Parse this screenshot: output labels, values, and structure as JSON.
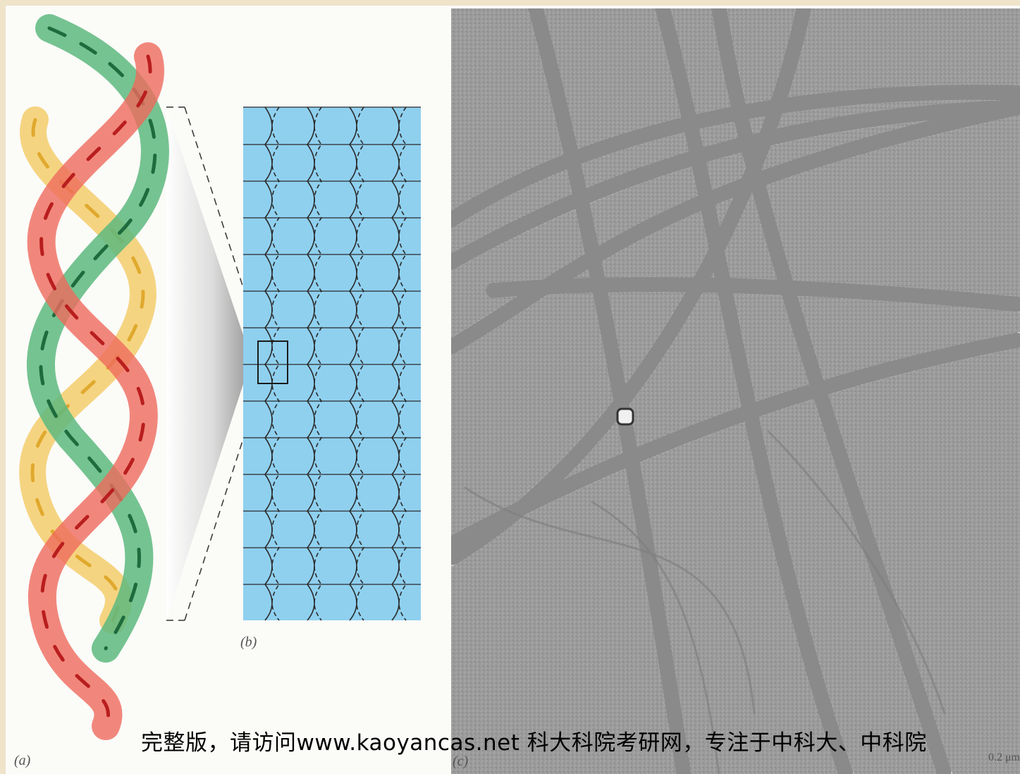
{
  "panels": {
    "a": {
      "label": "(a)"
    },
    "b": {
      "label": "(b)"
    },
    "c": {
      "label": "(c)",
      "scale_bar": "0.2 μm"
    }
  },
  "watermark": "完整版，请访问www.kaoyancas.net 科大科院考研网，专注于中科大、中科院",
  "colors": {
    "strand_green": "#5db87f",
    "strand_red": "#ef6a5c",
    "strand_yellow": "#f4d27a",
    "panel_b_bg": "#8fd0ef",
    "micrograph_bg": "#9a9a9a"
  }
}
